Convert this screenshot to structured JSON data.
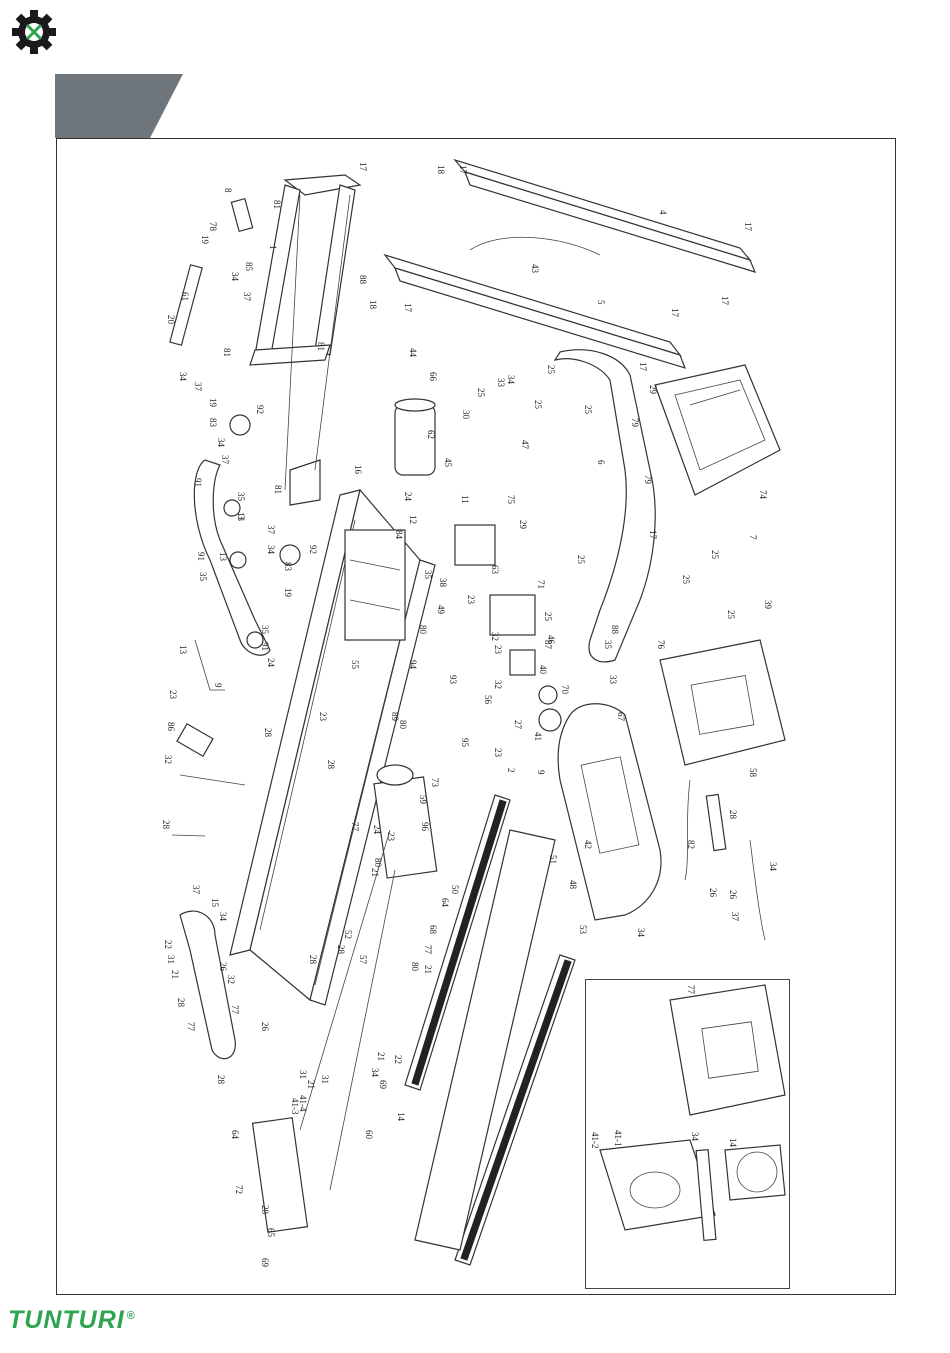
{
  "brand": {
    "name": "TUNTURI",
    "mark": "®",
    "color": "#2ea44f"
  },
  "header": {
    "tab_color": "#6e767c"
  },
  "icons": {
    "top_left": "gear-icon"
  },
  "part_labels": [
    "17",
    "18",
    "17",
    "4",
    "17",
    "43",
    "17",
    "81",
    "1",
    "8",
    "78",
    "19",
    "85",
    "34",
    "37",
    "61",
    "20",
    "81",
    "81",
    "88",
    "18",
    "17",
    "5",
    "17",
    "17",
    "44",
    "34",
    "37",
    "66",
    "62",
    "92",
    "19",
    "83",
    "34",
    "37",
    "25",
    "33",
    "34",
    "30",
    "47",
    "25",
    "25",
    "29",
    "25",
    "6",
    "79",
    "79",
    "74",
    "16",
    "45",
    "81",
    "91",
    "35",
    "13",
    "24",
    "11",
    "12",
    "75",
    "3",
    "91",
    "35",
    "13",
    "92",
    "37",
    "34",
    "83",
    "19",
    "84",
    "35",
    "38",
    "63",
    "29",
    "71",
    "25",
    "17",
    "25",
    "7",
    "25",
    "25",
    "39",
    "13",
    "35",
    "91",
    "24",
    "49",
    "23",
    "32",
    "25",
    "46",
    "76",
    "33",
    "35",
    "88",
    "80",
    "94",
    "23",
    "93",
    "23",
    "32",
    "40",
    "87",
    "23",
    "9",
    "28",
    "80",
    "89",
    "55",
    "86",
    "56",
    "70",
    "27",
    "67",
    "41",
    "95",
    "58",
    "32",
    "23",
    "2",
    "9",
    "28",
    "73",
    "59",
    "28",
    "96",
    "80",
    "28",
    "77",
    "24",
    "21",
    "23",
    "51",
    "42",
    "48",
    "82",
    "34",
    "37",
    "15",
    "34",
    "50",
    "64",
    "53",
    "26",
    "26",
    "22",
    "21",
    "31",
    "77",
    "28",
    "52",
    "57",
    "37",
    "34",
    "26",
    "32",
    "28",
    "77",
    "21",
    "80",
    "68",
    "28",
    "26",
    "22",
    "77",
    "28",
    "21",
    "31",
    "69",
    "34",
    "14",
    "64",
    "72",
    "60",
    "77",
    "28",
    "21",
    "31",
    "41-4",
    "41-3",
    "41-2",
    "41-1",
    "34",
    "14",
    "65",
    "69"
  ]
}
